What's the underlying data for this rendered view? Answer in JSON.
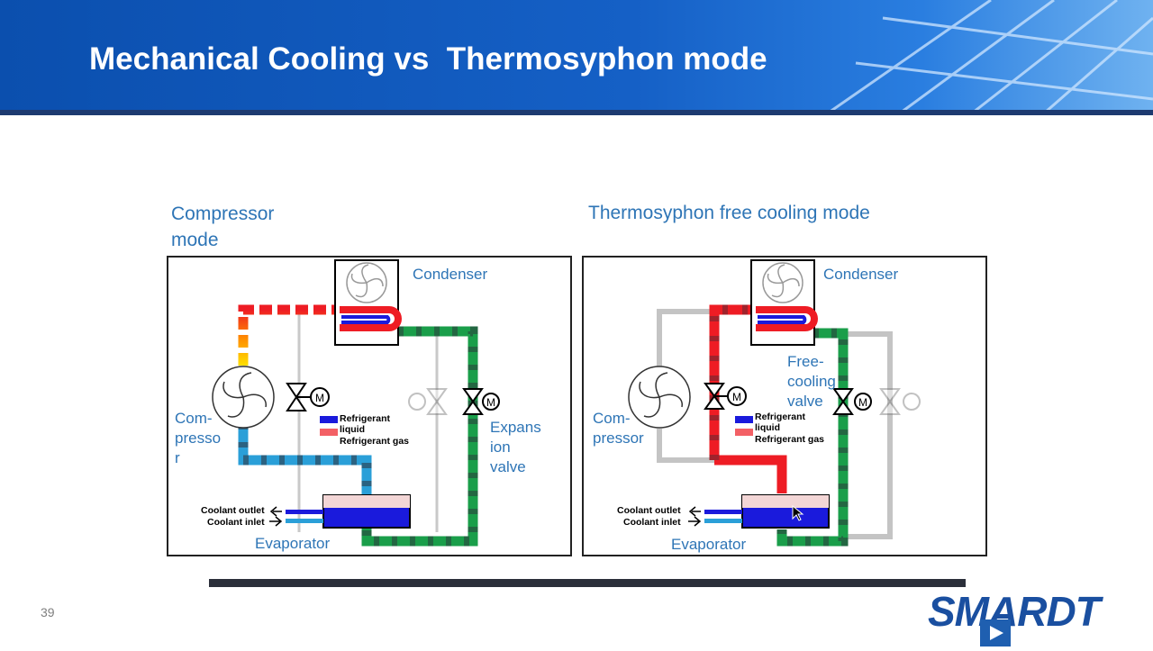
{
  "slide": {
    "title": "Mechanical Cooling vs  Thermosyphon mode",
    "page_number": "39"
  },
  "left_panel": {
    "heading_line1": "Compressor",
    "heading_line2": "mode",
    "condenser": "Condenser",
    "compressor_l1": "Com-",
    "compressor_l2": "presso",
    "compressor_l3": "r",
    "expansion_l1": "Expans",
    "expansion_l2": "ion",
    "expansion_l3": "valve",
    "legend_liquid_1": "Refrigerant",
    "legend_liquid_2": "liquid",
    "legend_gas": "Refrigerant gas",
    "coolant_outlet": "Coolant outlet",
    "coolant_inlet": "Coolant inlet",
    "evaporator": "Evaporator"
  },
  "right_panel": {
    "heading": "Thermosyphon free cooling mode",
    "condenser": "Condenser",
    "freecool_l1": "Free-",
    "freecool_l2": "cooling",
    "freecool_l3": "valve",
    "compressor_l1": "Com-",
    "compressor_l2": "pressor",
    "legend_liquid_1": "Refrigerant",
    "legend_liquid_2": "liquid",
    "legend_gas": "Refrigerant gas",
    "coolant_outlet": "Coolant outlet",
    "coolant_inlet": "Coolant inlet",
    "evaporator": "Evaporator"
  },
  "logo": {
    "text": "SMARDT"
  },
  "colors": {
    "header_blue": "#1560c6",
    "label_blue": "#2e75b6",
    "hot_gas": "#ee1c24",
    "liquid_green": "#1a9e4a",
    "cold_blue": "#2a9fd8",
    "inactive_grey": "#bdbdbd"
  }
}
